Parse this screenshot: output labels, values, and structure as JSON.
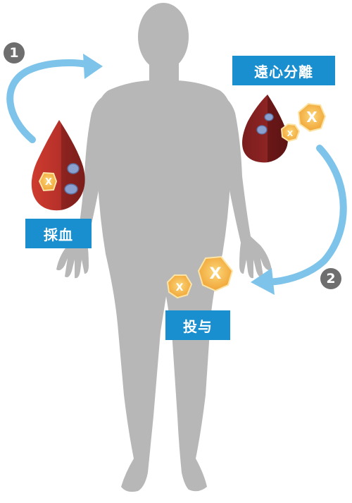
{
  "labels": {
    "blood_draw": "採血",
    "centrifuge": "遠心分離",
    "administer": "投与"
  },
  "steps": {
    "one": "1",
    "two": "2"
  },
  "markers": {
    "x": "X"
  },
  "colors": {
    "body": "#b7b7b7",
    "arrow": "#7ec4ea",
    "label_bg": "#1a8fd0",
    "blood": "#b0302a",
    "hexagon": "#f2a83a",
    "badge": "#6e6e6e"
  },
  "icons": [
    "human-silhouette-icon",
    "blood-drop-icon",
    "curved-arrow-icon",
    "hexagon-x-icon",
    "blood-cell-icon"
  ]
}
